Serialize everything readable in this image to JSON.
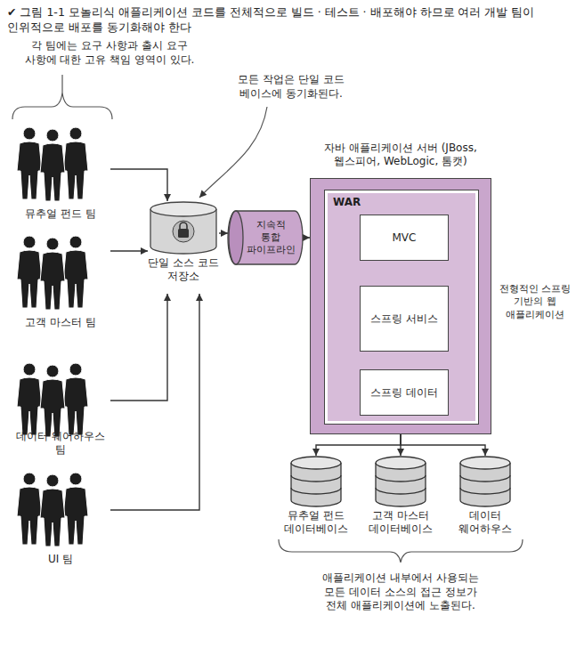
{
  "diagram": {
    "caption": "✔ 그림 1-1 모놀리식 애플리케이션 코드를 전체적으로 빌드 · 테스트 · 배포해야 하므로 여러 개발 팀이 인위적으로 배포를 동기화해야 한다",
    "nodes": [
      {
        "text": [
          "뮤추얼 펀드 팀"
        ]
      },
      {
        "text": [
          "고객 마스터 팀"
        ]
      },
      {
        "text": [
          "데이터 웨어하우스 팀"
        ]
      },
      {
        "text": [
          "UI 팀"
        ]
      },
      {
        "text": [
          "단일 소스 코드 저장소"
        ]
      },
      {
        "text": [
          "지속적 통합 파이프라인"
        ]
      },
      {
        "text": [
          "자바 애플리케이션 서버 (JBoss, 웹스피어, WebLogic, 톰캣)"
        ]
      },
      {
        "text": [
          "WAR"
        ],
        "in": 6
      },
      {
        "text": [
          "MVC"
        ],
        "in": 7
      },
      {
        "text": [
          "스프링 서비스"
        ],
        "in": 7
      },
      {
        "text": [
          "스프링 데이터"
        ],
        "in": 7
      },
      {
        "text": [
          "뮤추얼 펀드 데이터베이스"
        ]
      },
      {
        "text": [
          "고객 마스터 데이터베이스"
        ]
      },
      {
        "text": [
          "데이터 웨어하우스"
        ]
      }
    ],
    "edges": [
      {
        "from": 0,
        "to": 4,
        "arrow": "to"
      },
      {
        "from": 1,
        "to": 4,
        "arrow": "to"
      },
      {
        "from": 2,
        "to": 4,
        "arrow": "to"
      },
      {
        "from": 3,
        "to": 4,
        "arrow": "to"
      },
      {
        "from": 4,
        "to": 5,
        "arrow": "to"
      },
      {
        "from": 5,
        "to": 6,
        "arrow": "to"
      },
      {
        "from": 6,
        "to": 11,
        "arrow": "to"
      },
      {
        "from": 6,
        "to": 12,
        "arrow": "to"
      },
      {
        "from": 6,
        "to": 13,
        "arrow": "to"
      }
    ],
    "labels": [
      "각 팀에는 요구 사항과 출시 요구 사항에 대한 고유 책임 영역이 있다.",
      "모든 작업은 단일 코드 베이스에 동기화된다.",
      "전형적인 스프링 기반의 웹 애플리케이션",
      "애플리케이션 내부에서 사용되는 모든 데이터 소스의 접근 정보가 전체 애플리케이션에 노출된다."
    ]
  }
}
